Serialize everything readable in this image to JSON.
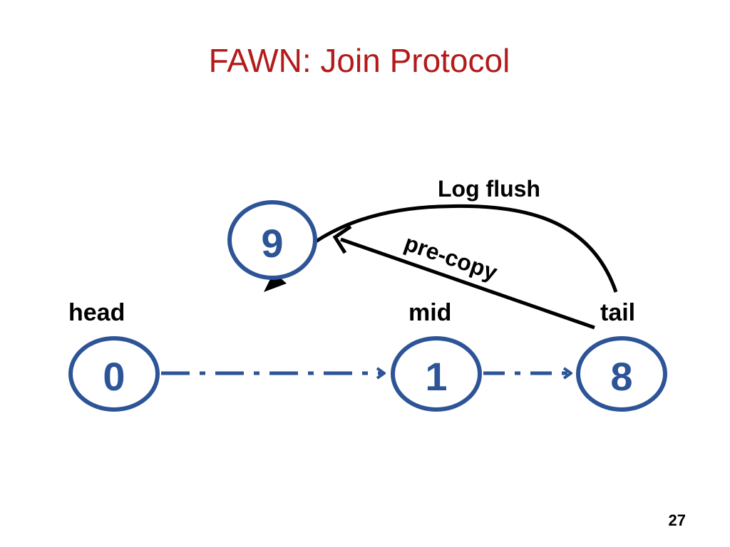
{
  "slide": {
    "title": "FAWN: Join Protocol",
    "page_number": "27"
  },
  "diagram": {
    "nodes": [
      {
        "id": "new",
        "label": "9"
      },
      {
        "id": "head",
        "label": "0",
        "role": "head"
      },
      {
        "id": "mid",
        "label": "1",
        "role": "mid"
      },
      {
        "id": "tail",
        "label": "8",
        "role": "tail"
      }
    ],
    "edges": {
      "log_flush": "Log flush",
      "pre_copy": "pre-copy"
    },
    "colors": {
      "title": "#b31b1b",
      "node": "#2d5496",
      "arrow": "#000000"
    }
  }
}
